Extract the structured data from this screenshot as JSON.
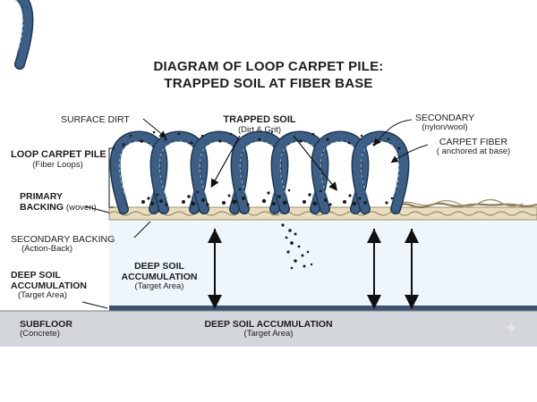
{
  "title": {
    "line1": "DIAGRAM OF LOOP CARPET PILE:",
    "line2": "TRAPPED SOIL AT FIBER BASE"
  },
  "labels": {
    "surface_dirt": "SURFACE DIRT",
    "trapped_soil": "TRAPPED SOIL",
    "trapped_soil_sub": "(Dirt & Grit)",
    "secondary": "SECONDARY",
    "secondary_sub": "(nylon/wool)",
    "carpet_fiber": "CARPET FIBER",
    "carpet_fiber_sub": "( anchored at base)",
    "loop_pile": "LOOP CARPET PILE",
    "loop_pile_sub": "(Fiber Loops)",
    "primary": "PRIMARY",
    "primary_backing": "BACKING",
    "primary_woven": "(woven)",
    "secondary_backing": "SECONDARY BACKING",
    "secondary_backing_sub": "(Action-Back)",
    "deep_soil_left": "DEEP SOIL",
    "deep_soil_left_2": "ACCUMULATION",
    "deep_soil_left_sub": "(Target Area)",
    "deep_soil_mid": "DEEP SOIL",
    "deep_soil_mid_2": "ACCUMULATION",
    "deep_soil_mid_sub": "(Target Area)",
    "subfloor": "SUBFLOOR",
    "subfloor_sub": "(Concrete)",
    "deep_soil_bottom": "DEEP SOIL ACCUMULATION",
    "deep_soil_bottom_sub": "(Target Area)"
  },
  "colors": {
    "loop_fill": "#3d5f86",
    "loop_stroke": "#1f3550",
    "backing": "#e9ddbf",
    "secondary_band": "#eef5fb",
    "subfloor": "#d3d6da",
    "soil": "#1a1a1a"
  },
  "icons": {
    "watermark": "sparkle-icon"
  }
}
